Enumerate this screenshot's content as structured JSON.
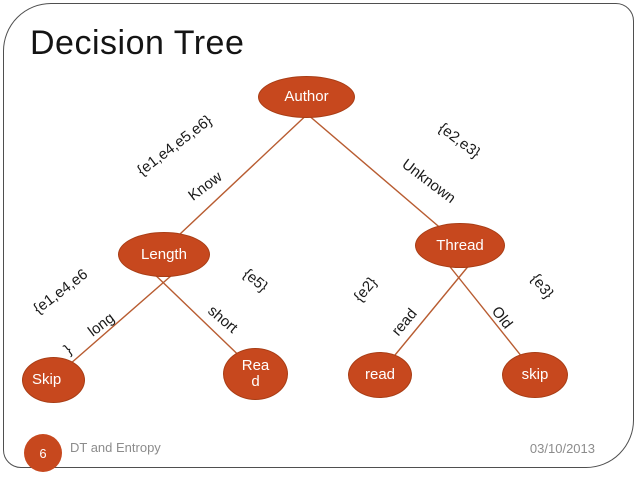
{
  "slide": {
    "title": "Decision Tree",
    "footer": {
      "page_number": "6",
      "text": "DT and Entropy",
      "date": "03/10/2013"
    }
  },
  "tree": {
    "nodes": {
      "author": "Author",
      "length": "Length",
      "thread": "Thread",
      "skip_left": "Skip",
      "read_left_line1": "Rea",
      "read_left_line2": "d",
      "read_right": "read",
      "skip_right": "skip"
    },
    "edges": {
      "know": {
        "set": "{e1,e4,e5,e6}",
        "value": "Know"
      },
      "unknown": {
        "set": "{e2,e3}",
        "value": "Unknown"
      },
      "long": {
        "set": "{e1,e4,e6",
        "value": "}      long"
      },
      "short": {
        "set": "{e5}",
        "value": "short"
      },
      "read": {
        "set": "{e2}",
        "value": "read"
      },
      "old": {
        "set": "{e3}",
        "value": "Old"
      }
    }
  },
  "colors": {
    "accent": "#C7481E",
    "node-border": "#A83D15",
    "node-text": "#FFFFFF",
    "connector": "#B85C31",
    "frame": "#4F4F4F",
    "footer-text": "#8C8C8C",
    "title": "#141414"
  }
}
